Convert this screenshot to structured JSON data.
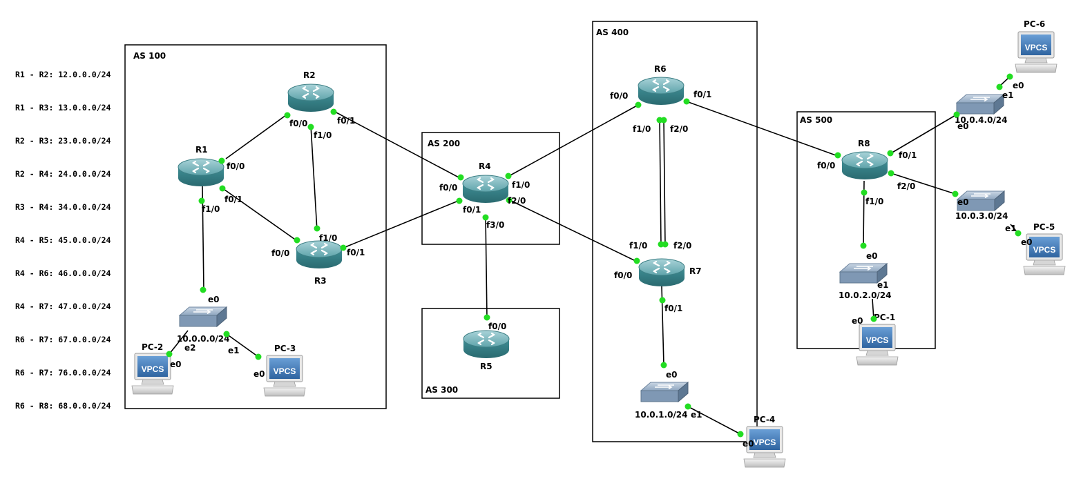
{
  "legend": [
    "R1 - R2: 12.0.0.0/24",
    "R1 - R3: 13.0.0.0/24",
    "R2 - R3: 23.0.0.0/24",
    "R2 - R4: 24.0.0.0/24",
    "R3 - R4: 34.0.0.0/24",
    "R4 - R5: 45.0.0.0/24",
    "R4 - R6: 46.0.0.0/24",
    "R4 - R7: 47.0.0.0/24",
    "R6 - R7: 67.0.0.0/24",
    "R6 - R7: 76.0.0.0/24",
    "R6 - R8: 68.0.0.0/24"
  ],
  "as_boxes": [
    {
      "id": "as100",
      "label": "AS 100"
    },
    {
      "id": "as200",
      "label": "AS 200"
    },
    {
      "id": "as300",
      "label": "AS 300"
    },
    {
      "id": "as400",
      "label": "AS 400"
    },
    {
      "id": "as500",
      "label": "AS 500"
    }
  ],
  "routers": [
    "R1",
    "R2",
    "R3",
    "R4",
    "R5",
    "R6",
    "R7",
    "R8"
  ],
  "switches": [
    "10.0.0.0/24",
    "10.0.1.0/24",
    "10.0.2.0/24",
    "10.0.3.0/24",
    "10.0.4.0/24"
  ],
  "pcs": [
    "PC-1",
    "PC-2",
    "PC-3",
    "PC-4",
    "PC-5",
    "PC-6"
  ],
  "pc_screen_text": "VPCS",
  "links": [
    {
      "a": "R1",
      "a_if": "f0/0",
      "b": "R2",
      "b_if": "f0/0"
    },
    {
      "a": "R1",
      "a_if": "f0/1",
      "b": "R3",
      "b_if": "f0/0"
    },
    {
      "a": "R2",
      "a_if": "f1/0",
      "b": "R3",
      "b_if": "f1/0"
    },
    {
      "a": "R2",
      "a_if": "f0/1",
      "b": "R4",
      "b_if": "f0/0"
    },
    {
      "a": "R3",
      "a_if": "f0/1",
      "b": "R4",
      "b_if": "f0/1"
    },
    {
      "a": "R4",
      "a_if": "f1/0",
      "b": "R6",
      "b_if": "f0/0"
    },
    {
      "a": "R4",
      "a_if": "f2/0",
      "b": "R7",
      "b_if": "f0/0"
    },
    {
      "a": "R4",
      "a_if": "f3/0",
      "b": "R5",
      "b_if": "f0/0"
    },
    {
      "a": "R6",
      "a_if": "f1/0",
      "b": "R7",
      "b_if": "f1/0"
    },
    {
      "a": "R6",
      "a_if": "f2/0",
      "b": "R7",
      "b_if": "f2/0"
    },
    {
      "a": "R6",
      "a_if": "f0/1",
      "b": "R8",
      "b_if": "f0/0"
    },
    {
      "a": "R1",
      "a_if": "f1/0",
      "b": "SW1",
      "b_if": "e0"
    },
    {
      "a": "SW1",
      "a_if": "e2",
      "b": "PC-2",
      "b_if": "e0"
    },
    {
      "a": "SW1",
      "a_if": "e1",
      "b": "PC-3",
      "b_if": "e0"
    },
    {
      "a": "R7",
      "a_if": "f0/1",
      "b": "SW2",
      "b_if": "e0"
    },
    {
      "a": "SW2",
      "a_if": "e1",
      "b": "PC-4",
      "b_if": "e0"
    },
    {
      "a": "R8",
      "a_if": "f1/0",
      "b": "SW3",
      "b_if": "e0"
    },
    {
      "a": "SW3",
      "a_if": "e1",
      "b": "PC-1",
      "b_if": "e0"
    },
    {
      "a": "R8",
      "a_if": "f2/0",
      "b": "SW4",
      "b_if": "e0"
    },
    {
      "a": "SW4",
      "a_if": "e1",
      "b": "PC-5",
      "b_if": "e0"
    },
    {
      "a": "R8",
      "a_if": "f0/1",
      "b": "SW5",
      "b_if": "e0"
    },
    {
      "a": "SW5",
      "a_if": "e1",
      "b": "PC-6",
      "b_if": "e0"
    }
  ],
  "colors": {
    "link": "#000000",
    "port_dot": "#22dd22",
    "router": "#3d8c92",
    "switch": "#6e8aa8",
    "pc_screen": "#3f78b5"
  }
}
